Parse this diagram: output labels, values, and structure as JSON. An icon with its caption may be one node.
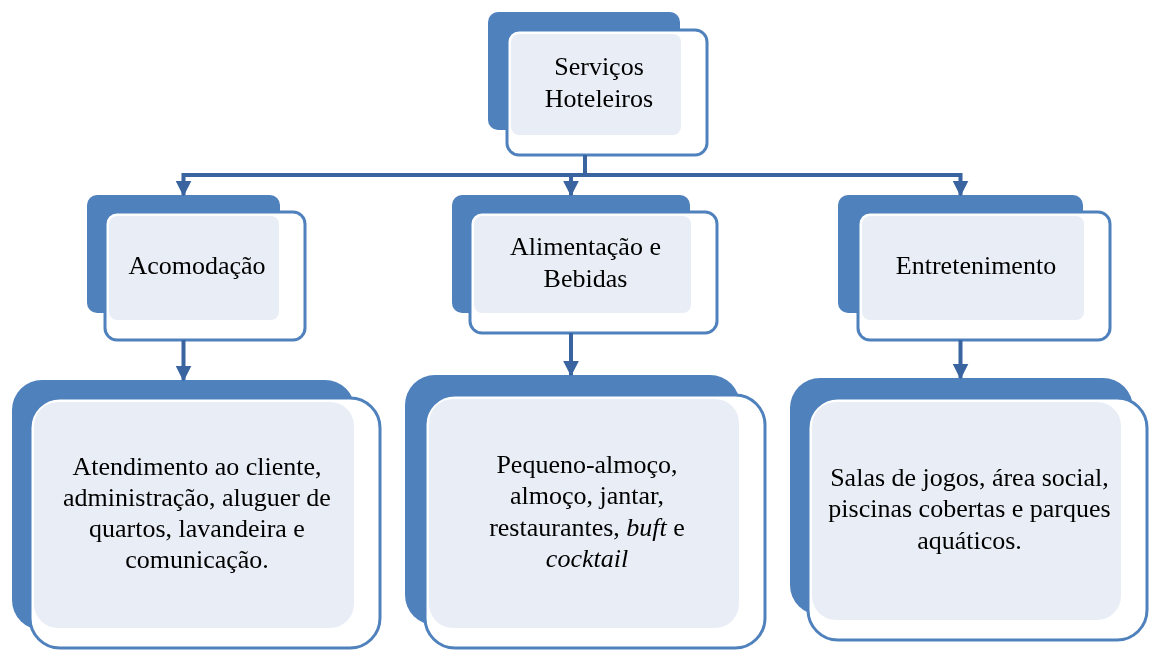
{
  "diagram": {
    "nodes": [
      {
        "text": [
          "Serviços Hoteleiros"
        ]
      },
      {
        "text": [
          "Acomodação"
        ]
      },
      {
        "text": [
          "Alimentação e Bebidas"
        ]
      },
      {
        "text": [
          "Entretenimento"
        ]
      },
      {
        "text": [
          "Atendimento ao cliente, administração, aluguer de quartos, lavandeira e comunicação."
        ]
      },
      {
        "text": [
          "Pequeno-almoço, almoço, jantar, restaurantes, *buft* e *cocktail*"
        ]
      },
      {
        "text": [
          "Salas de jogos, área social, piscinas cobertas e parques aquáticos."
        ]
      }
    ],
    "edges": [
      {
        "from": 0,
        "to": 1,
        "arrow": "to"
      },
      {
        "from": 0,
        "to": 2,
        "arrow": "to"
      },
      {
        "from": 0,
        "to": 3,
        "arrow": "to"
      },
      {
        "from": 1,
        "to": 4,
        "arrow": "to"
      },
      {
        "from": 2,
        "to": 5,
        "arrow": "to"
      },
      {
        "from": 3,
        "to": 6,
        "arrow": "to"
      }
    ]
  }
}
